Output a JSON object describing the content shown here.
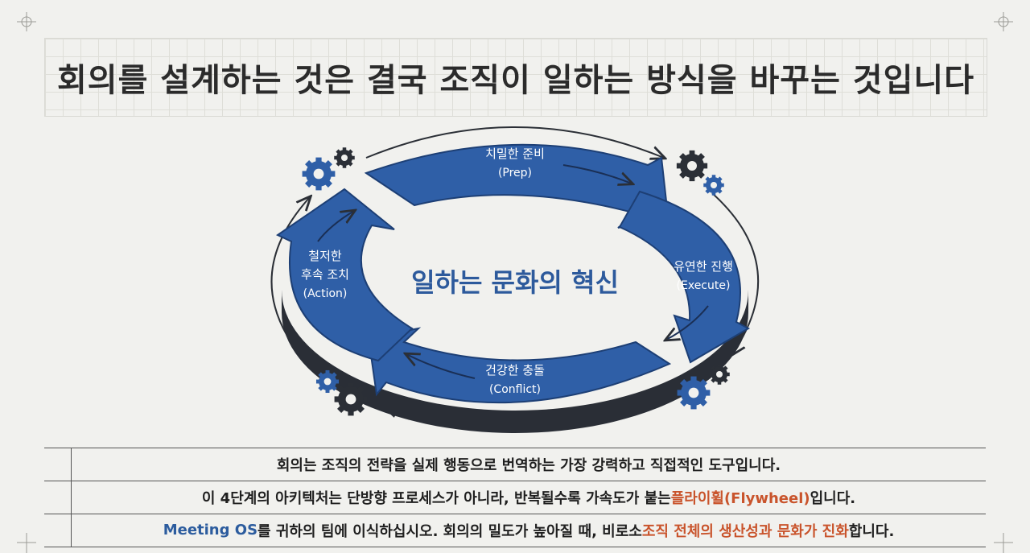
{
  "title": "회의를 설계하는 것은 결국 조직이 일하는 방식을 바꾸는 것입니다",
  "diagram": {
    "center_label": "일하는 문화의 혁신",
    "steps": [
      {
        "label_ko": "치밀한 준비",
        "label_en": "(Prep)"
      },
      {
        "label_ko": "유연한 진행",
        "label_en": "(Execute)"
      },
      {
        "label_ko": "건강한 충돌",
        "label_en": "(Conflict)"
      },
      {
        "label_ko_1": "철저한",
        "label_ko_2": "후속 조치",
        "label_en": "(Action)"
      }
    ],
    "colors": {
      "arrow_fill": "#2f5fa7",
      "arrow_side": "#23262d",
      "center_text": "#2d5a9c",
      "gear_blue": "#2f5fa7",
      "gear_dark": "#2b2f36"
    }
  },
  "rows": [
    {
      "text": "회의는 조직의 전략을 실제 행동으로 번역하는 가장 강력하고 직접적인 도구입니다."
    },
    {
      "pre": "이 4단계의 아키텍처는 단방향 프로세스가 아니라, 반복될수록 가속도가 붙는 ",
      "highlight": "플라이휠(Flywheel)",
      "post": "입니다."
    },
    {
      "pre_blue": "Meeting OS",
      "mid": "를 귀하의 팀에 이식하십시오. 회의의 밀도가 높아질 때, 비로소 ",
      "highlight": "조직 전체의 생산성과 문화가 진화",
      "post": "합니다."
    }
  ]
}
